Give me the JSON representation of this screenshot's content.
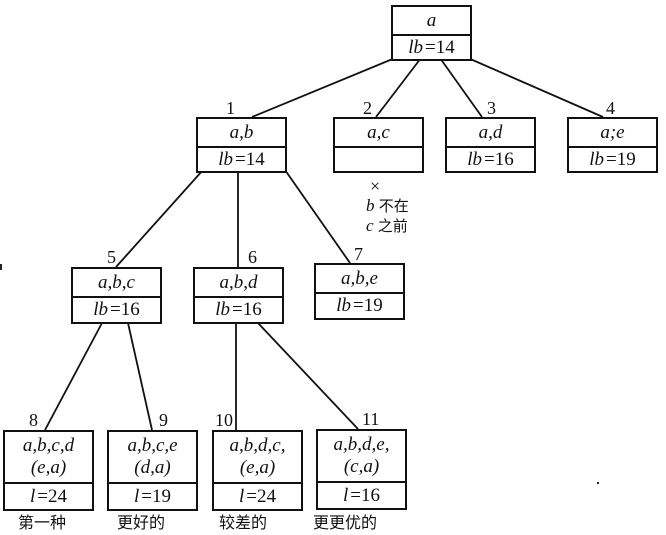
{
  "diagram": {
    "type": "branch-and-bound-tree",
    "root": {
      "path": "a",
      "bound_label": "lb",
      "bound_value": "14"
    },
    "level1": [
      {
        "num": "1",
        "path": "a,b",
        "bound_label": "lb",
        "bound_value": "14"
      },
      {
        "num": "2",
        "path": "a,c",
        "bound_label": "",
        "bound_value": "",
        "pruned_mark": "×",
        "note_line1_var": "b",
        "note_line1_text": "不在",
        "note_line2_var": "c",
        "note_line2_text": "之前"
      },
      {
        "num": "3",
        "path": "a,d",
        "bound_label": "lb",
        "bound_value": "16"
      },
      {
        "num": "4",
        "path": "a;e",
        "bound_label": "lb",
        "bound_value": "19"
      }
    ],
    "level2": [
      {
        "num": "5",
        "path": "a,b,c",
        "bound_label": "lb",
        "bound_value": "16"
      },
      {
        "num": "6",
        "path": "a,b,d",
        "bound_label": "lb",
        "bound_value": "16"
      },
      {
        "num": "7",
        "path": "a,b,e",
        "bound_label": "lb",
        "bound_value": "19"
      }
    ],
    "level3": [
      {
        "num": "8",
        "path_line1": "a,b,c,d",
        "path_line2": "(e,a)",
        "bound_label": "l",
        "bound_value": "24",
        "caption": "第一种"
      },
      {
        "num": "9",
        "path_line1": "a,b,c,e",
        "path_line2": "(d,a)",
        "bound_label": "l",
        "bound_value": "19",
        "caption": "更好的"
      },
      {
        "num": "10",
        "path_line1": "a,b,d,c,",
        "path_line2": "(e,a)",
        "bound_label": "l",
        "bound_value": "24",
        "caption": "较差的"
      },
      {
        "num": "11",
        "path_line1": "a,b,d,e,",
        "path_line2": "(c,a)",
        "bound_label": "l",
        "bound_value": "16",
        "caption": "更更优的"
      }
    ],
    "equals": "="
  }
}
